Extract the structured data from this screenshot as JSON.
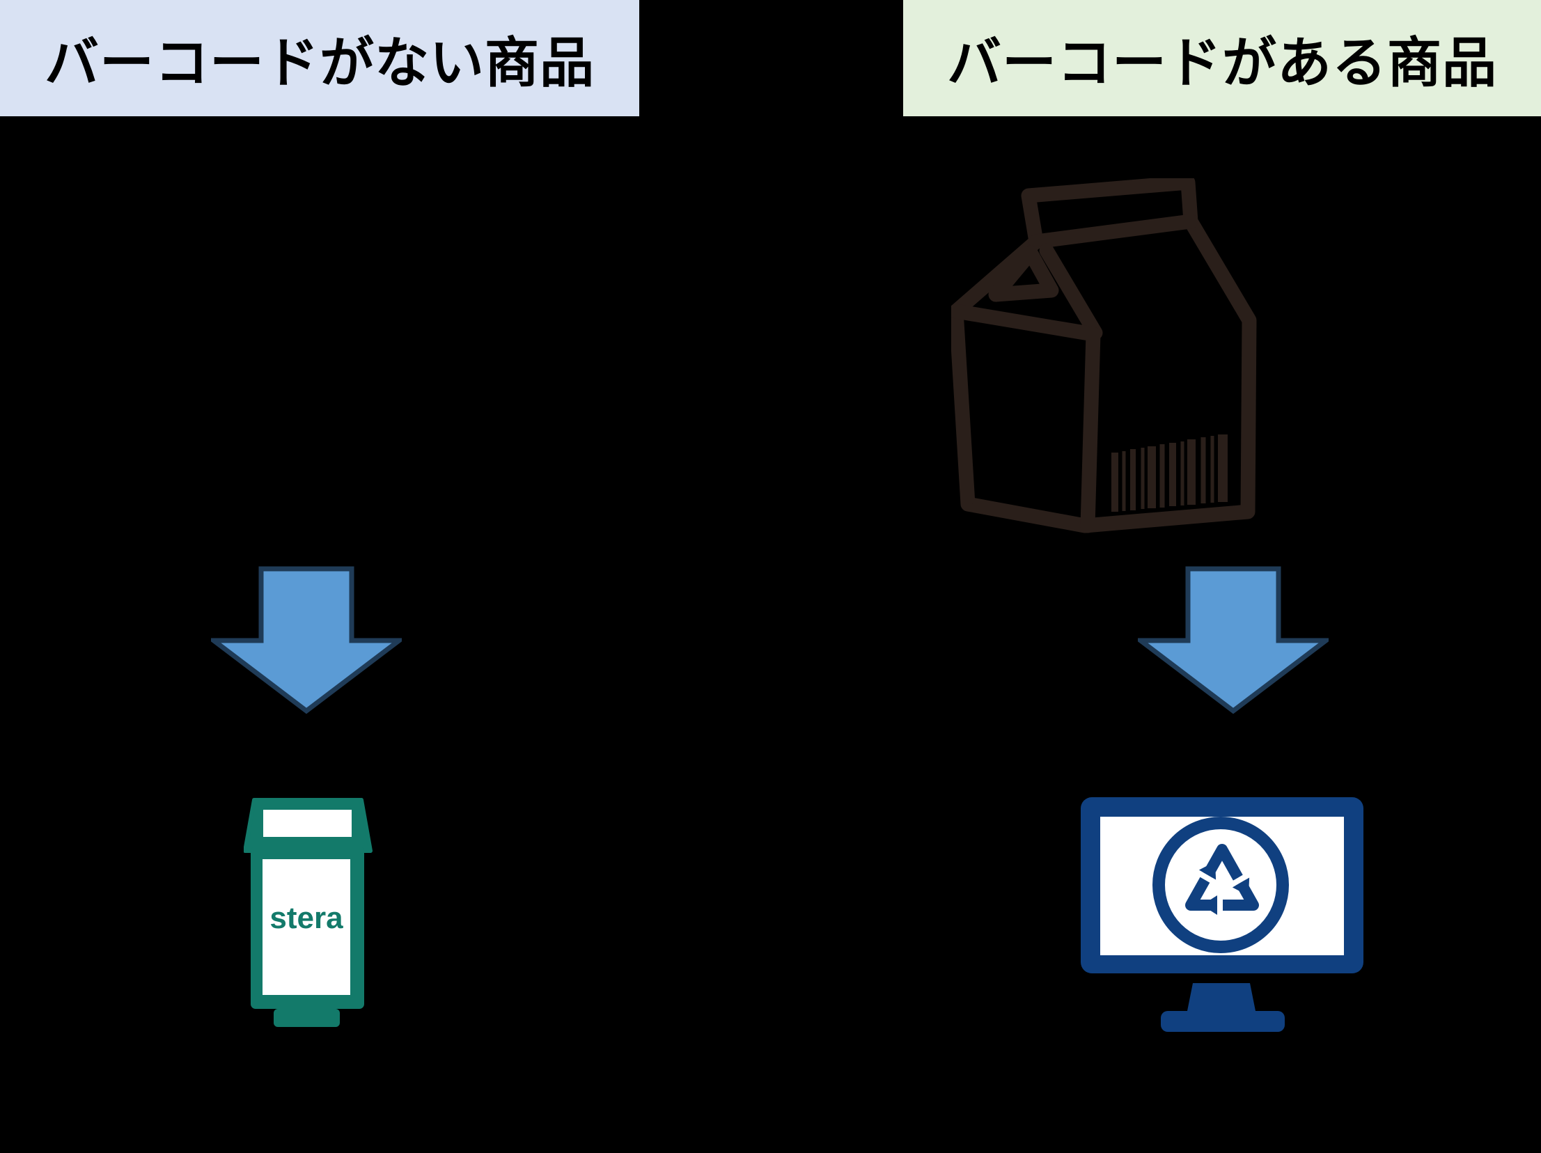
{
  "diagram": {
    "headers": {
      "left": {
        "label": "バーコードがない商品",
        "bg": "#D9E2F3"
      },
      "right": {
        "label": "バーコードがある商品",
        "bg": "#E2EFDA"
      }
    },
    "left_flow": {
      "result_device": "stera",
      "terminal_label": "stera"
    },
    "right_flow": {
      "product_icon": "milk-carton-with-barcode",
      "result_device": "pos-monitor-with-recycle-logo"
    },
    "colors": {
      "background": "#000000",
      "header_text": "#000000",
      "header_left_bg": "#D9E2F3",
      "header_right_bg": "#E2EFDA",
      "arrow_fill": "#5B9BD5",
      "arrow_outline": "#1F3B57",
      "terminal_teal": "#137A6A",
      "monitor_navy": "#104080",
      "carton_stroke": "#2A1F1A"
    }
  }
}
